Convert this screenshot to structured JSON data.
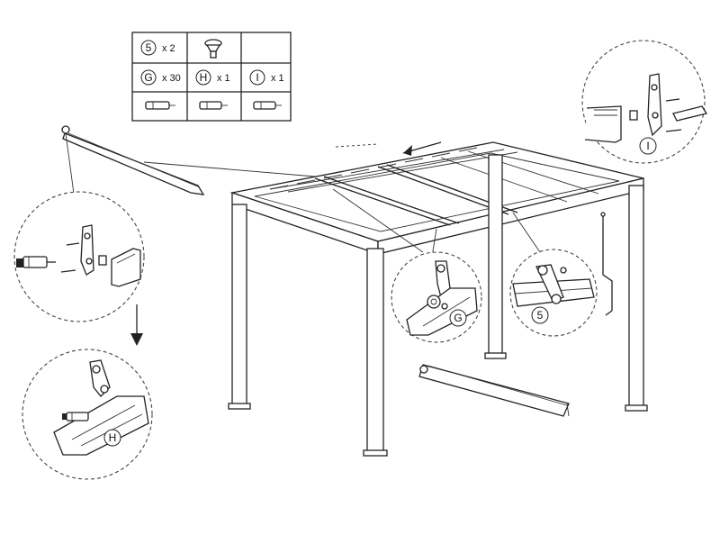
{
  "parts_table": {
    "rows": [
      [
        {
          "label": "5",
          "qty": "x 2"
        },
        {
          "icon": "flat-head-bolt-icon"
        }
      ],
      [
        {
          "label": "G",
          "qty": "x 30"
        },
        {
          "label": "H",
          "qty": "x 1"
        },
        {
          "label": "I",
          "qty": "x 1"
        }
      ]
    ]
  },
  "callouts": {
    "top_right": "I",
    "bottom_left": "H",
    "center": "G",
    "center_right": "5"
  }
}
